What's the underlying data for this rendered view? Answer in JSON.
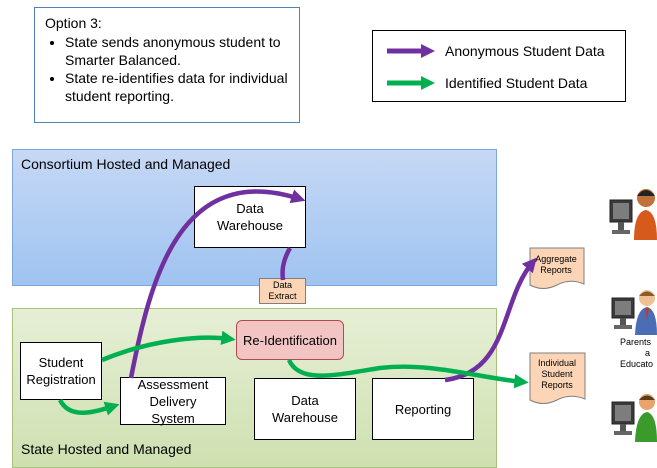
{
  "option": {
    "title": "Option 3:",
    "bullets": [
      "State sends anonymous student to Smarter Balanced.",
      "State re-identifies data for individual student reporting."
    ]
  },
  "legend": {
    "anonymous": "Anonymous Student Data",
    "identified": "Identified Student Data"
  },
  "regions": {
    "consortium": "Consortium Hosted and Managed",
    "state": "State Hosted and Managed"
  },
  "nodes": {
    "consortium_warehouse": "Data Warehouse",
    "data_extract": "Data Extract",
    "reidentification": "Re-Identification",
    "student_registration": "Student Registration",
    "assessment_delivery": "Assessment Delivery System",
    "state_warehouse": "Data Warehouse",
    "reporting": "Reporting",
    "aggregate_reports": "Aggregate Reports",
    "individual_reports": "Individual Student Reports",
    "parents_educators": "Parents a Educato"
  },
  "colors": {
    "anonymous": "#7030a0",
    "identified": "#00b050",
    "consortium_fill": "#b3cdf2",
    "state_fill": "#d9e7c3",
    "reid_fill": "#f2c4c4",
    "report_fill": "#fbd5b5"
  },
  "icons": [
    "person-at-computer-icon"
  ]
}
